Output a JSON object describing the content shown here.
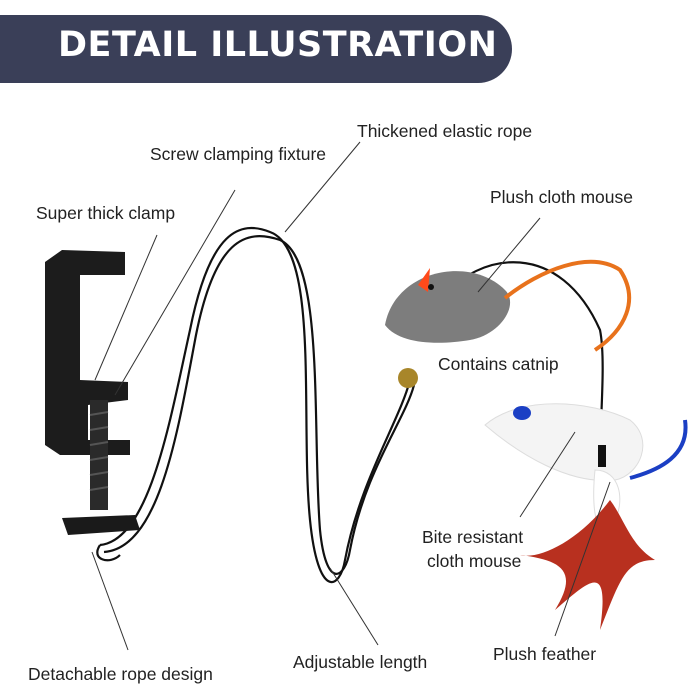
{
  "title": "DETAIL ILLUSTRATION",
  "labels": {
    "rope": "Thickened elastic rope",
    "fixture": "Screw clamping fixture",
    "clamp": "Super thick clamp",
    "plush_mouse": "Plush cloth mouse",
    "catnip": "Contains catnip",
    "bite_mouse_1": "Bite resistant",
    "bite_mouse_2": "cloth mouse",
    "feather": "Plush feather",
    "detachable": "Detachable rope design",
    "length": "Adjustable length"
  },
  "colors": {
    "banner": "#3a3f58",
    "clamp": "#1c1c1c",
    "gray_mouse": "#7d7d7d",
    "orange": "#e8721c",
    "feather": "#b8301f",
    "blue": "#1b3fc4"
  }
}
